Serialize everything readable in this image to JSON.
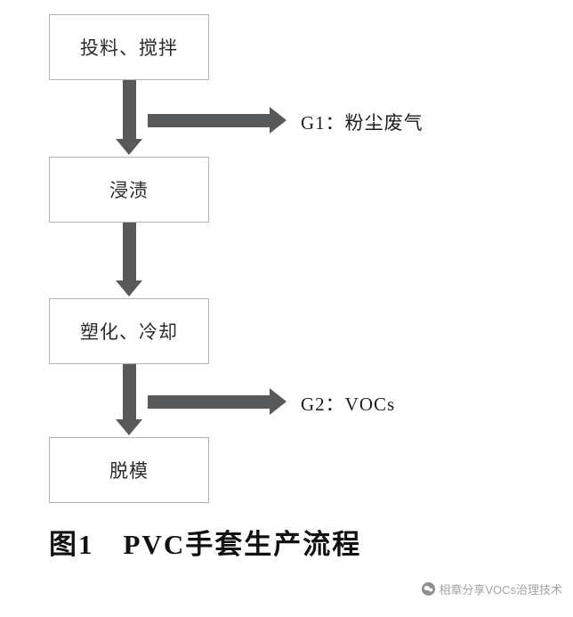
{
  "flowchart": {
    "boxes": [
      {
        "label": "投料、搅拌"
      },
      {
        "label": "浸渍"
      },
      {
        "label": "塑化、冷却"
      },
      {
        "label": "脱模"
      }
    ],
    "branches": [
      {
        "label": "G1：粉尘废气"
      },
      {
        "label": "G2：VOCs"
      }
    ],
    "caption": "图1　PVC手套生产流程"
  },
  "watermark": {
    "text": "相章分享VOCs治理技术"
  },
  "colors": {
    "arrow": "#58595b",
    "box_border": "#b3b3b3",
    "watermark_text": "#a3a3a3"
  }
}
